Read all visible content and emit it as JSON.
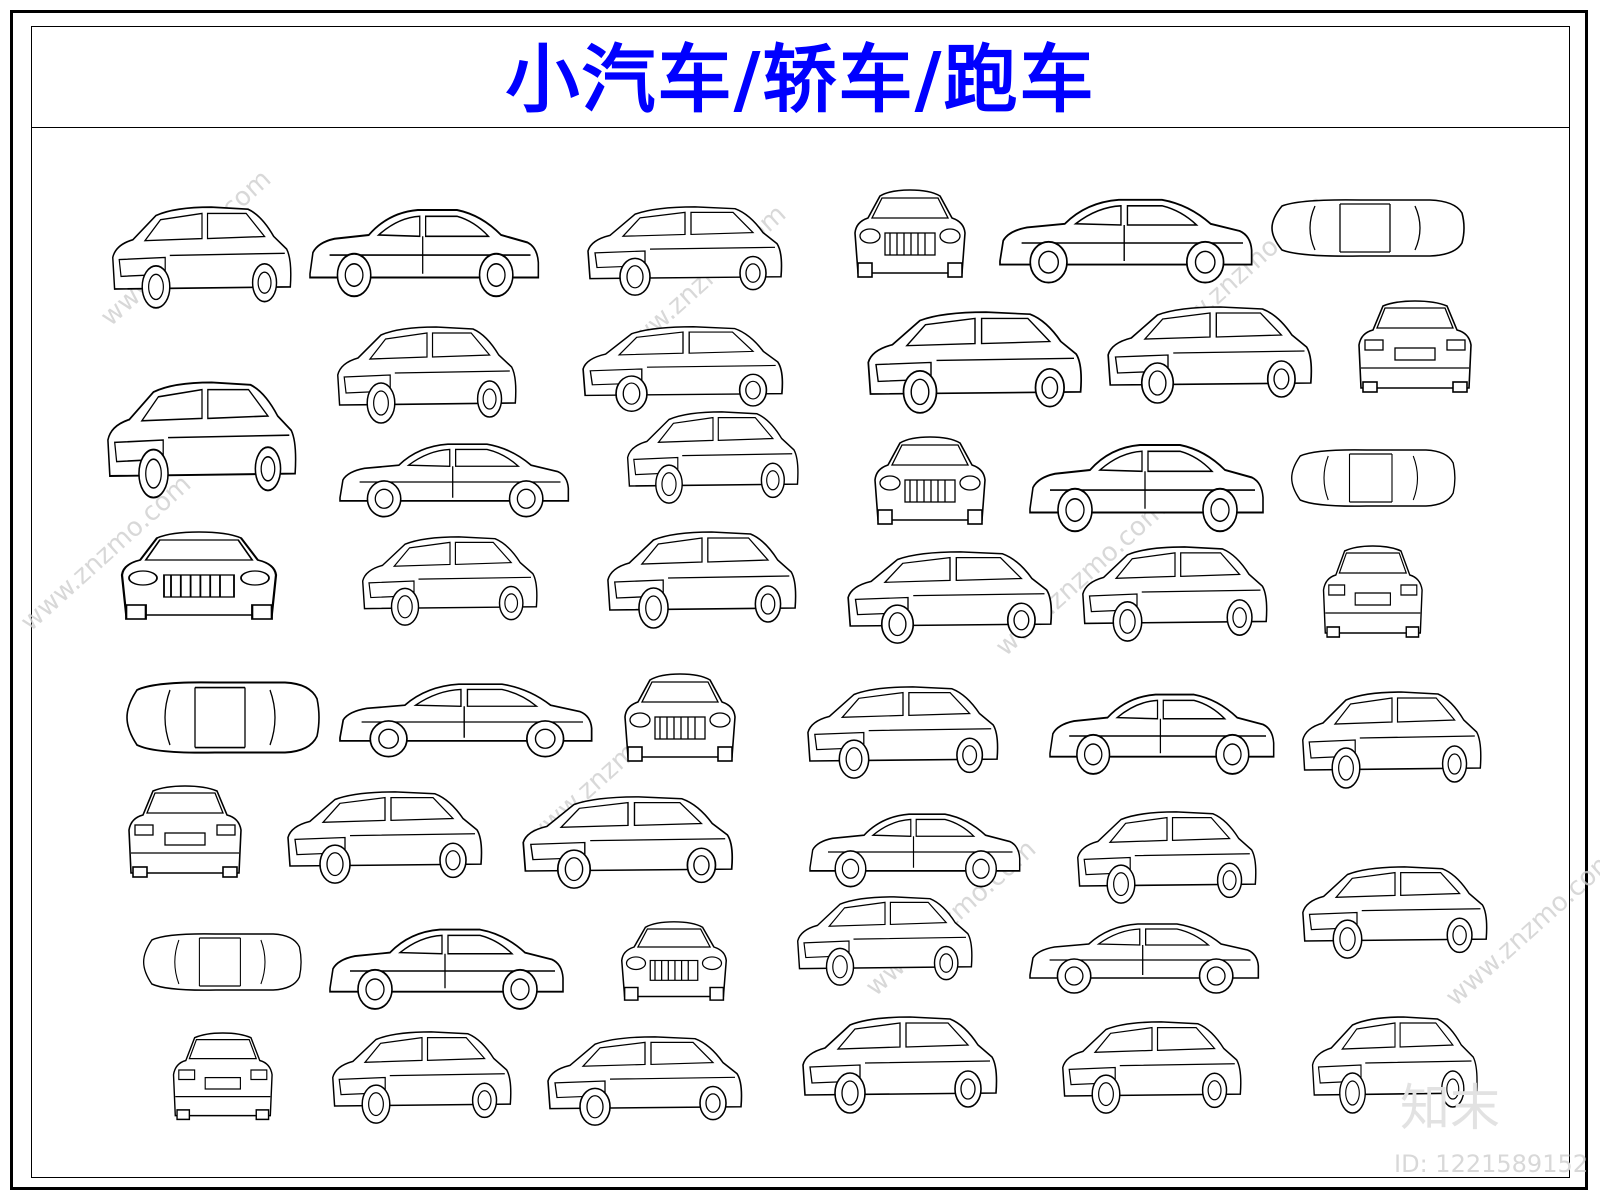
{
  "title": "小汽车/轿车/跑车",
  "watermark": "www.znzmo.com",
  "brand_mark": "知末",
  "image_id": "ID: 1221589152",
  "text_color": "#0000ff",
  "icon_names": [
    "car-side-icon",
    "car-front-icon",
    "car-rear-icon",
    "car-top-icon",
    "car-three-quarter-icon"
  ]
}
